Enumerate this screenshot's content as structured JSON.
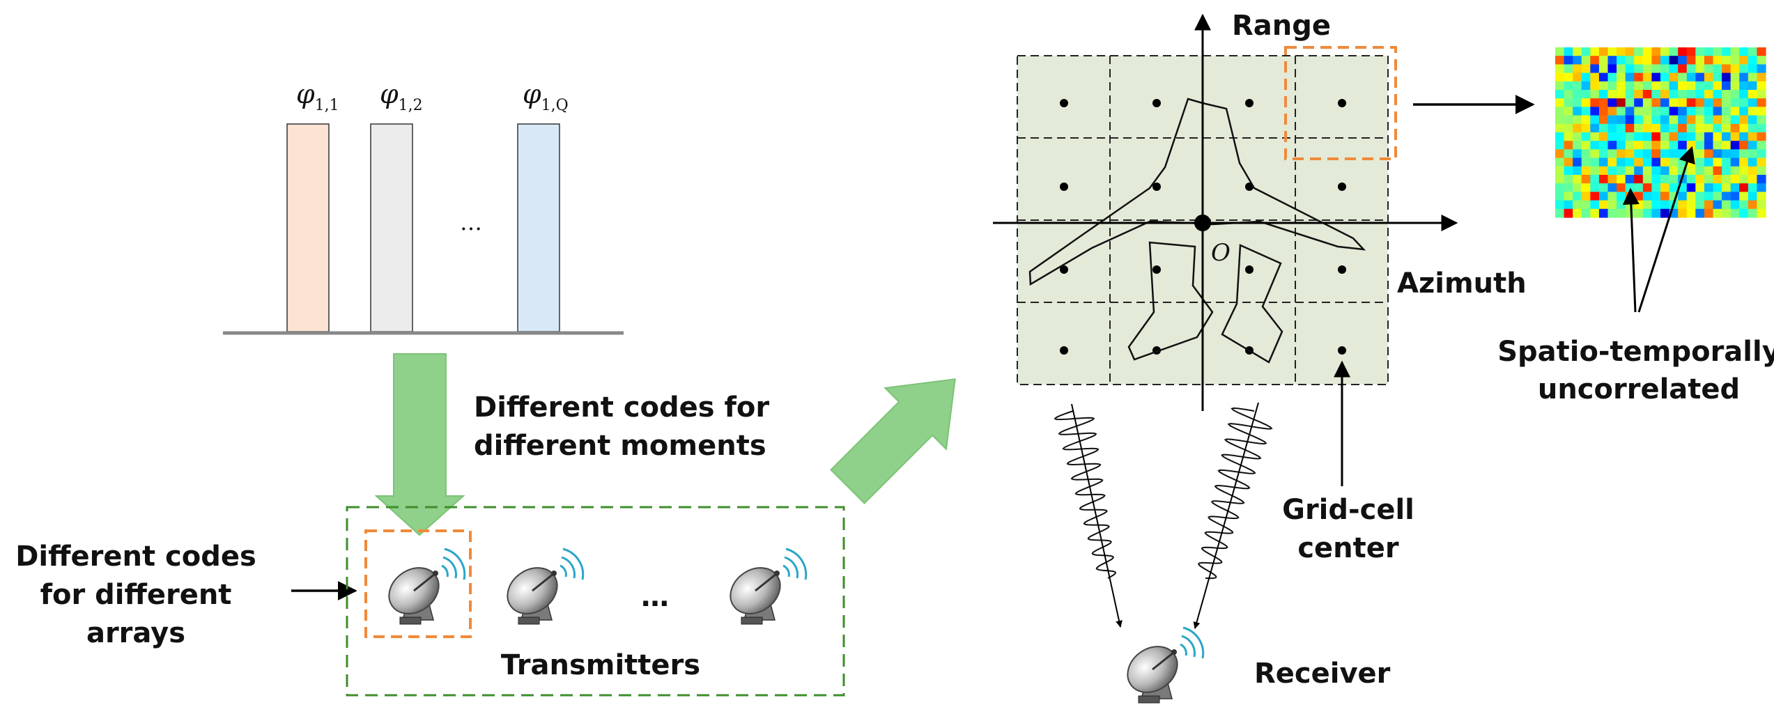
{
  "phases": {
    "items": [
      {
        "symbol": "φ",
        "subscript": "1,1",
        "color": "#fde3d4"
      },
      {
        "symbol": "φ",
        "subscript": "1,2",
        "color": "#ececec"
      },
      {
        "symbol": "φ",
        "subscript": "1,Q",
        "color": "#d8e8f6"
      }
    ],
    "ellipsis": "…"
  },
  "labels": {
    "codes_moments_line1": "Different codes for",
    "codes_moments_line2": "different moments",
    "codes_arrays_line1": "Different codes",
    "codes_arrays_line2": "for different",
    "codes_arrays_line3": "arrays",
    "transmitters": "Transmitters",
    "transmitters_ellipsis": "…",
    "range": "Range",
    "azimuth": "Azimuth",
    "origin": "O",
    "grid_cell_line1": "Grid-cell",
    "grid_cell_line2": "center",
    "spatio_line1": "Spatio-temporally",
    "spatio_line2": "uncorrelated",
    "receiver": "Receiver"
  },
  "colors": {
    "green_arrow": "#8fd08a",
    "highlight_orange": "#f08a3a",
    "transmitter_box": "#3e8e2c",
    "grid_fill": "#e3ead8"
  },
  "icons": {
    "antenna": "satellite-dish-icon",
    "signal": "radio-waves-icon"
  }
}
